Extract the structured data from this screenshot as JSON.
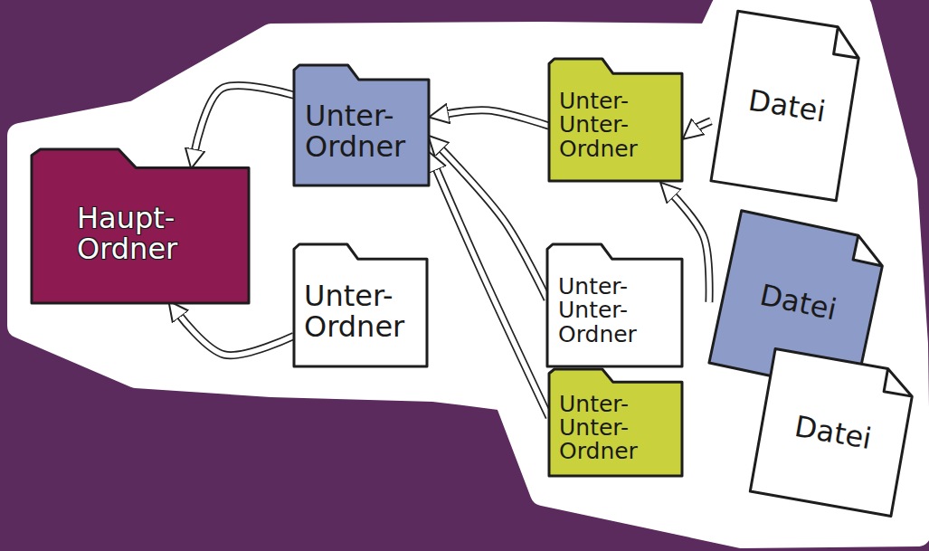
{
  "diagram": {
    "nodes": [
      {
        "text": [
          "Haupt- Ordner"
        ]
      },
      {
        "text": [
          "Unter- Ordner"
        ]
      },
      {
        "text": [
          "Unter- Ordner"
        ]
      },
      {
        "text": [
          "Unter- Unter- Ordner"
        ]
      },
      {
        "text": [
          "Unter- Unter- Ordner"
        ]
      },
      {
        "text": [
          "Unter- Unter- Ordner"
        ]
      },
      {
        "text": [
          "Datei"
        ]
      },
      {
        "text": [
          "Datei"
        ]
      },
      {
        "text": [
          "Datei"
        ]
      }
    ],
    "edges": [
      {
        "from": 1,
        "to": 0,
        "arrow": "to"
      },
      {
        "from": 2,
        "to": 0,
        "arrow": "to"
      },
      {
        "from": 3,
        "to": 1,
        "arrow": "to"
      },
      {
        "from": 4,
        "to": 1,
        "arrow": "to"
      },
      {
        "from": 5,
        "to": 1,
        "arrow": "to"
      },
      {
        "from": 6,
        "to": 3,
        "arrow": "to"
      },
      {
        "from": 7,
        "to": 3,
        "arrow": "to"
      }
    ]
  }
}
